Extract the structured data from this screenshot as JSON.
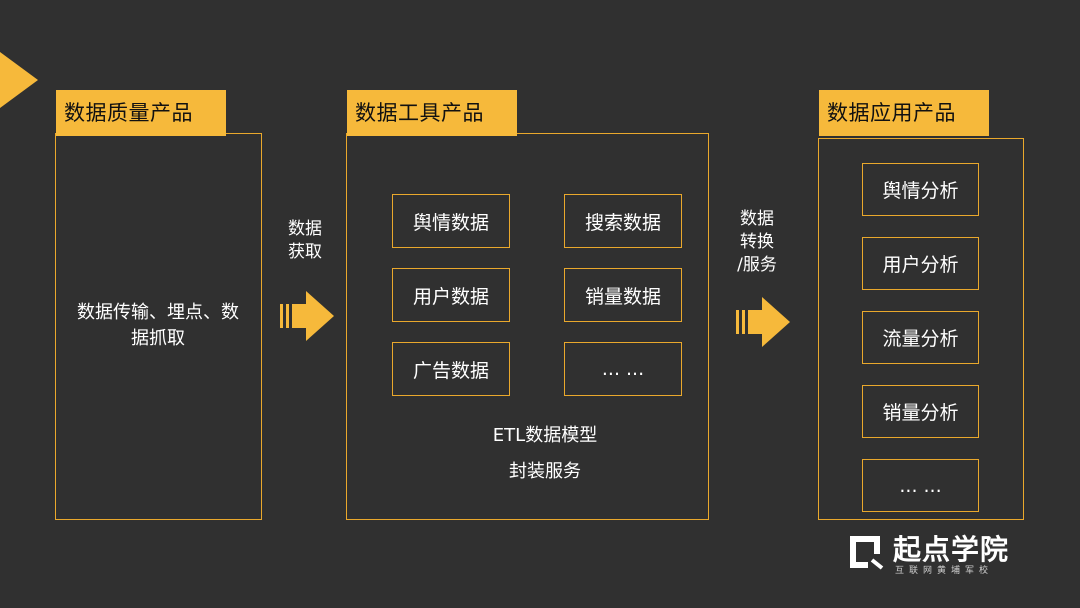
{
  "quality": {
    "title": "数据质量产品",
    "body_line1": "数据传输、埋点、数",
    "body_line2": "据抓取"
  },
  "arrow1": {
    "line1": "数据",
    "line2": "获取"
  },
  "tools": {
    "title": "数据工具产品",
    "cells": [
      "舆情数据",
      "搜索数据",
      "用户数据",
      "销量数据",
      "广告数据",
      "... ..."
    ],
    "footer1": "ETL数据模型",
    "footer2": "封装服务"
  },
  "arrow2": {
    "line1": "数据",
    "line2": "转换",
    "line3": "/服务"
  },
  "apps": {
    "title": "数据应用产品",
    "cells": [
      "舆情分析",
      "用户分析",
      "流量分析",
      "销量分析",
      "... ..."
    ]
  },
  "logo": {
    "title": "起点学院",
    "subtitle": "互联网黄埔军校"
  },
  "colors": {
    "accent": "#f6b93b",
    "background": "#303030"
  }
}
